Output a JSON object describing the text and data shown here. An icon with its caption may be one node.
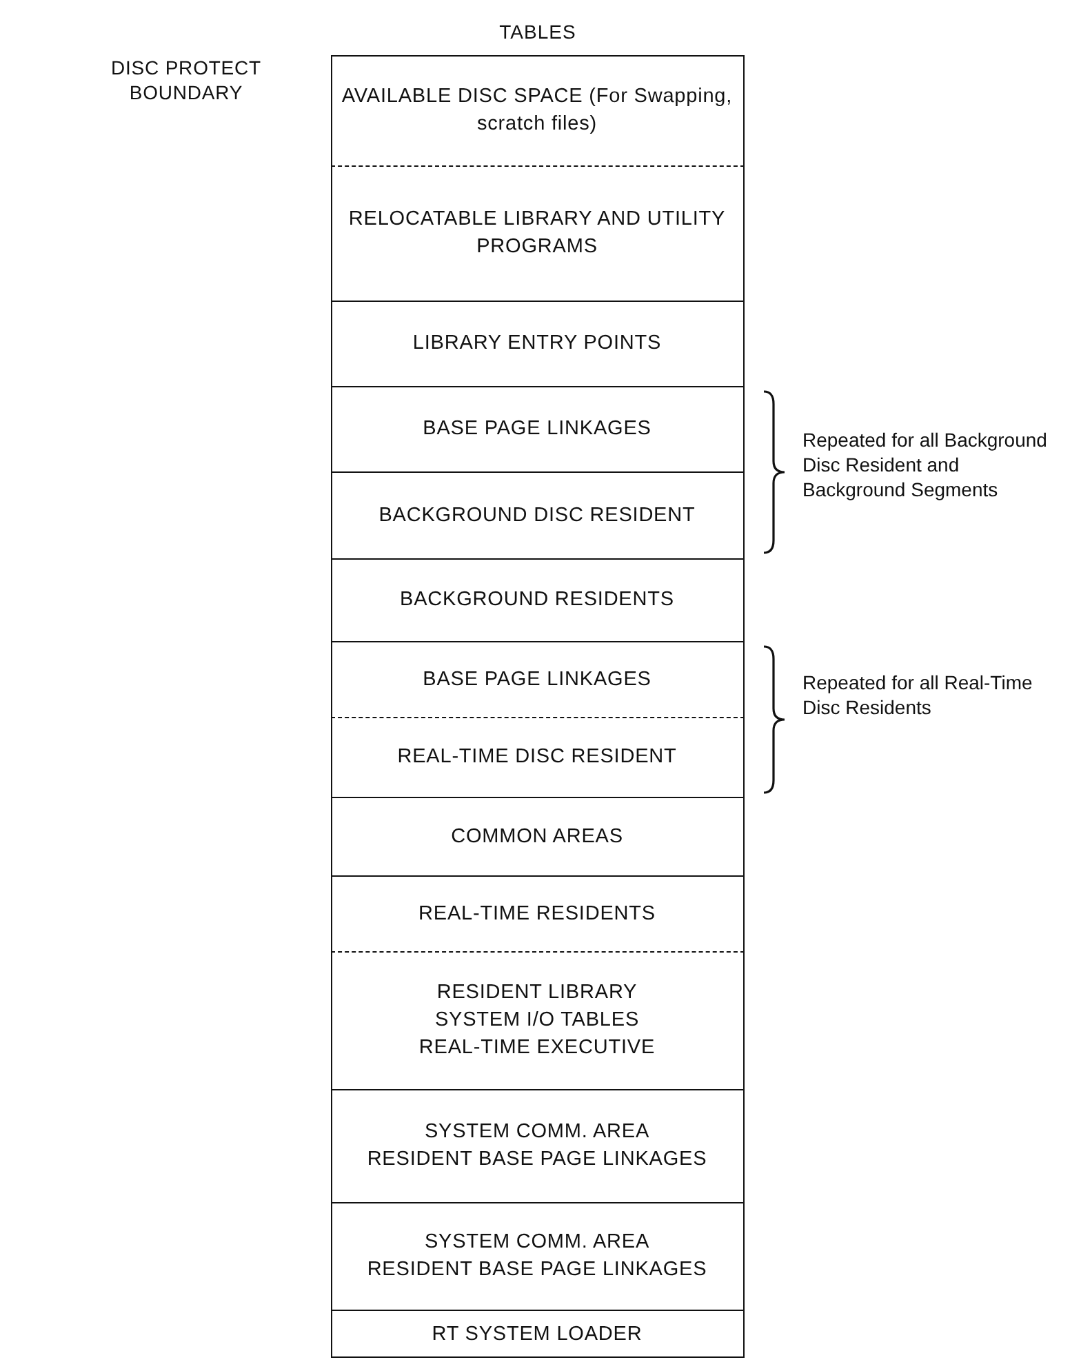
{
  "diagram": {
    "nodes": [
      {
        "text": [
          "AVAILABLE DISC SPACE (For Swapping, scratch files)"
        ]
      },
      {
        "text": [
          "RELOCATABLE LIBRARY AND UTILITY PROGRAMS"
        ]
      },
      {
        "text": [
          "LIBRARY ENTRY POINTS"
        ]
      },
      {
        "text": [
          "BASE PAGE LINKAGES"
        ]
      },
      {
        "text": [
          "BACKGROUND DISC RESIDENT"
        ]
      },
      {
        "text": [
          "BACKGROUND RESIDENTS"
        ]
      },
      {
        "text": [
          "BASE PAGE LINKAGES"
        ]
      },
      {
        "text": [
          "REAL-TIME DISC RESIDENT"
        ]
      },
      {
        "text": [
          "COMMON AREAS"
        ]
      },
      {
        "text": [
          "REAL-TIME RESIDENTS"
        ]
      },
      {
        "text": [
          "RESIDENT LIBRARY",
          "SYSTEM I/O TABLES",
          "REAL-TIME EXECUTIVE"
        ]
      },
      {
        "text": [
          "SYSTEM COMM. AREA",
          "RESIDENT BASE PAGE LINKAGES"
        ]
      },
      {
        "text": [
          "SYSTEM COMM. AREA",
          "RESIDENT BASE PAGE LINKAGES"
        ]
      },
      {
        "text": [
          "RT SYSTEM LOADER"
        ]
      }
    ],
    "labels": [
      "TABLES",
      "DISC PROTECT BOUNDARY",
      "Repeated for all Background Disc Resident and Background Segments",
      "Repeated for all Real-Time Disc Residents"
    ]
  }
}
